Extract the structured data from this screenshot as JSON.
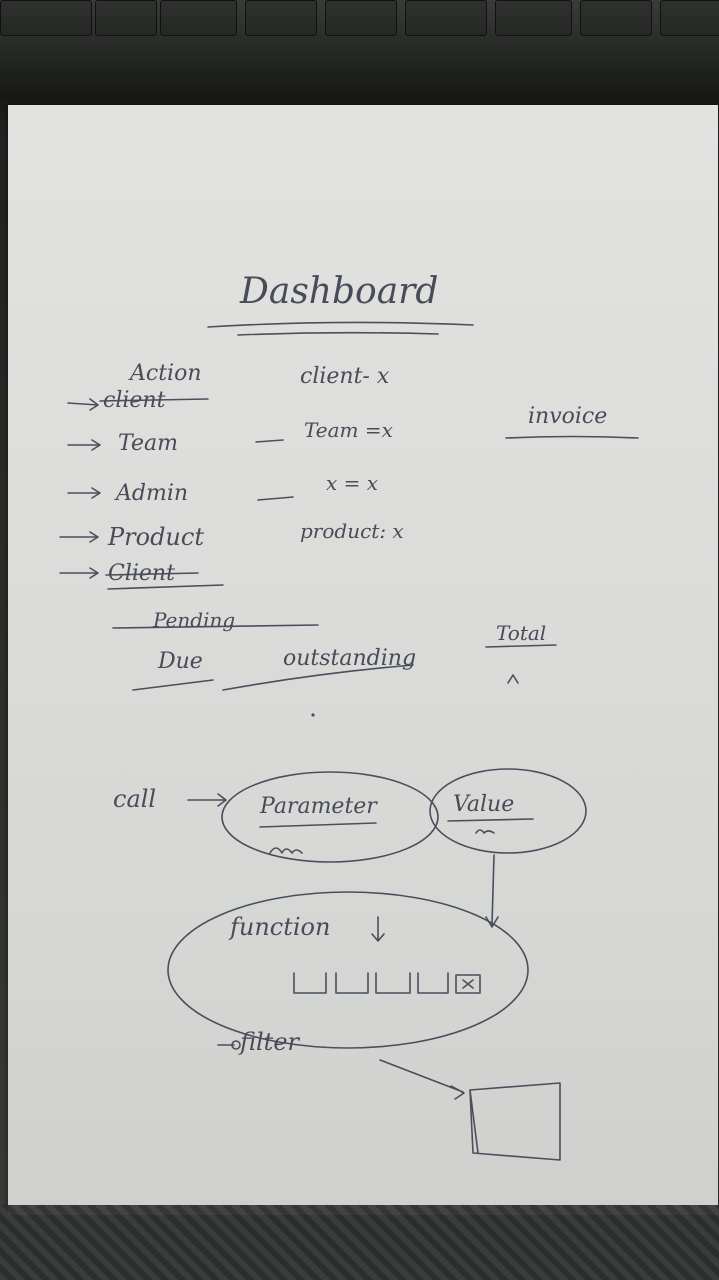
{
  "title": "Dashboard",
  "menu": [
    {
      "label": "Action",
      "struck": "client"
    },
    {
      "label": "Team"
    },
    {
      "label": "Admin"
    },
    {
      "label": "Product"
    },
    {
      "label": "Client",
      "struck": "Client"
    }
  ],
  "middle_column": [
    "client- x",
    "Team =x",
    "x = x",
    "product: x"
  ],
  "invoice_label": "invoice",
  "status_words": {
    "pending": "Pending",
    "due": "Due",
    "outstanding": "outstanding",
    "total": "Total"
  },
  "flow": {
    "call": "call",
    "parameter": "Parameter",
    "value": "Value",
    "function": "function",
    "filter": "filter"
  }
}
